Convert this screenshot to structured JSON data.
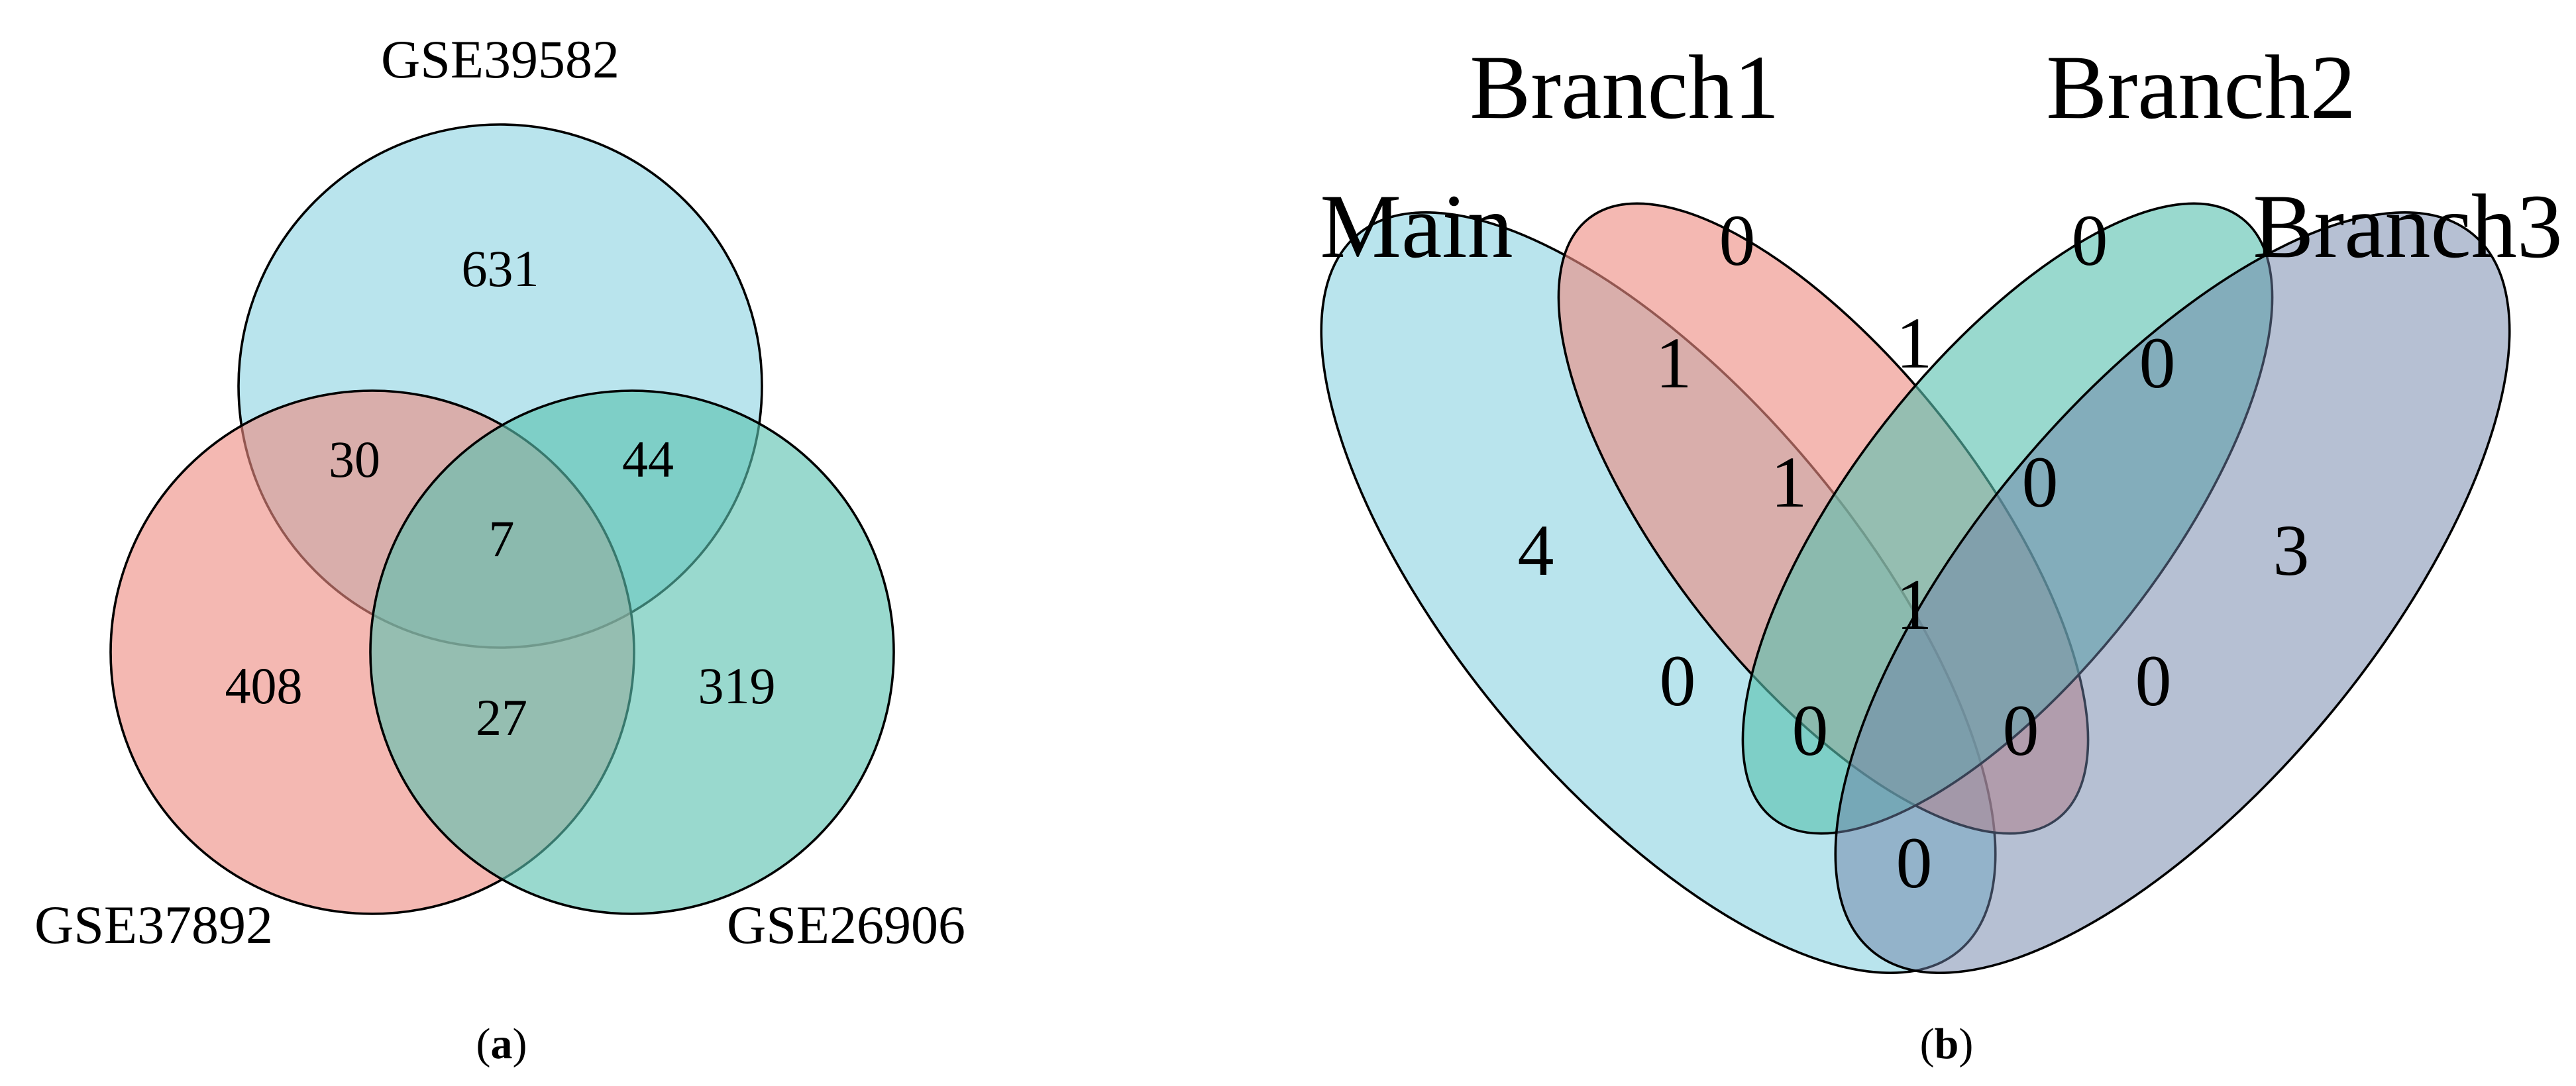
{
  "panel_a": {
    "caption": {
      "open": "(",
      "letter": "a",
      "close": ")"
    },
    "sets": [
      {
        "label": "GSE39582",
        "color": "#8ED4E2"
      },
      {
        "label": "GSE37892",
        "color": "#EE8D83"
      },
      {
        "label": "GSE26906",
        "color": "#5AC2B0"
      }
    ],
    "regions": {
      "only_gse39582": "631",
      "only_gse37892": "408",
      "only_gse26906": "319",
      "gse39582_gse37892": "30",
      "gse39582_gse26906": "44",
      "gse37892_gse26906": "27",
      "all_three": "7"
    }
  },
  "panel_b": {
    "caption": {
      "open": "(",
      "letter": "b",
      "close": ")"
    },
    "sets": [
      {
        "label": "Main",
        "color": "#8ED4E2"
      },
      {
        "label": "Branch1",
        "color": "#EE8D83"
      },
      {
        "label": "Branch2",
        "color": "#5AC2B0"
      },
      {
        "label": "Branch3",
        "color": "#6E82A8"
      }
    ],
    "regions": {
      "main_only": "4",
      "branch1_only": "0",
      "branch2_only": "0",
      "branch3_only": "3",
      "main_branch1": "1",
      "branch1_branch2": "1",
      "branch2_branch3": "0",
      "main_branch1_branch2": "1",
      "branch1_branch2_branch3": "0",
      "all_four": "1",
      "main_branch2": "0",
      "main_branch3": "0",
      "branch1_branch3": "0",
      "main_branch1_branch3": "0",
      "main_branch2_branch3": "0"
    }
  }
}
